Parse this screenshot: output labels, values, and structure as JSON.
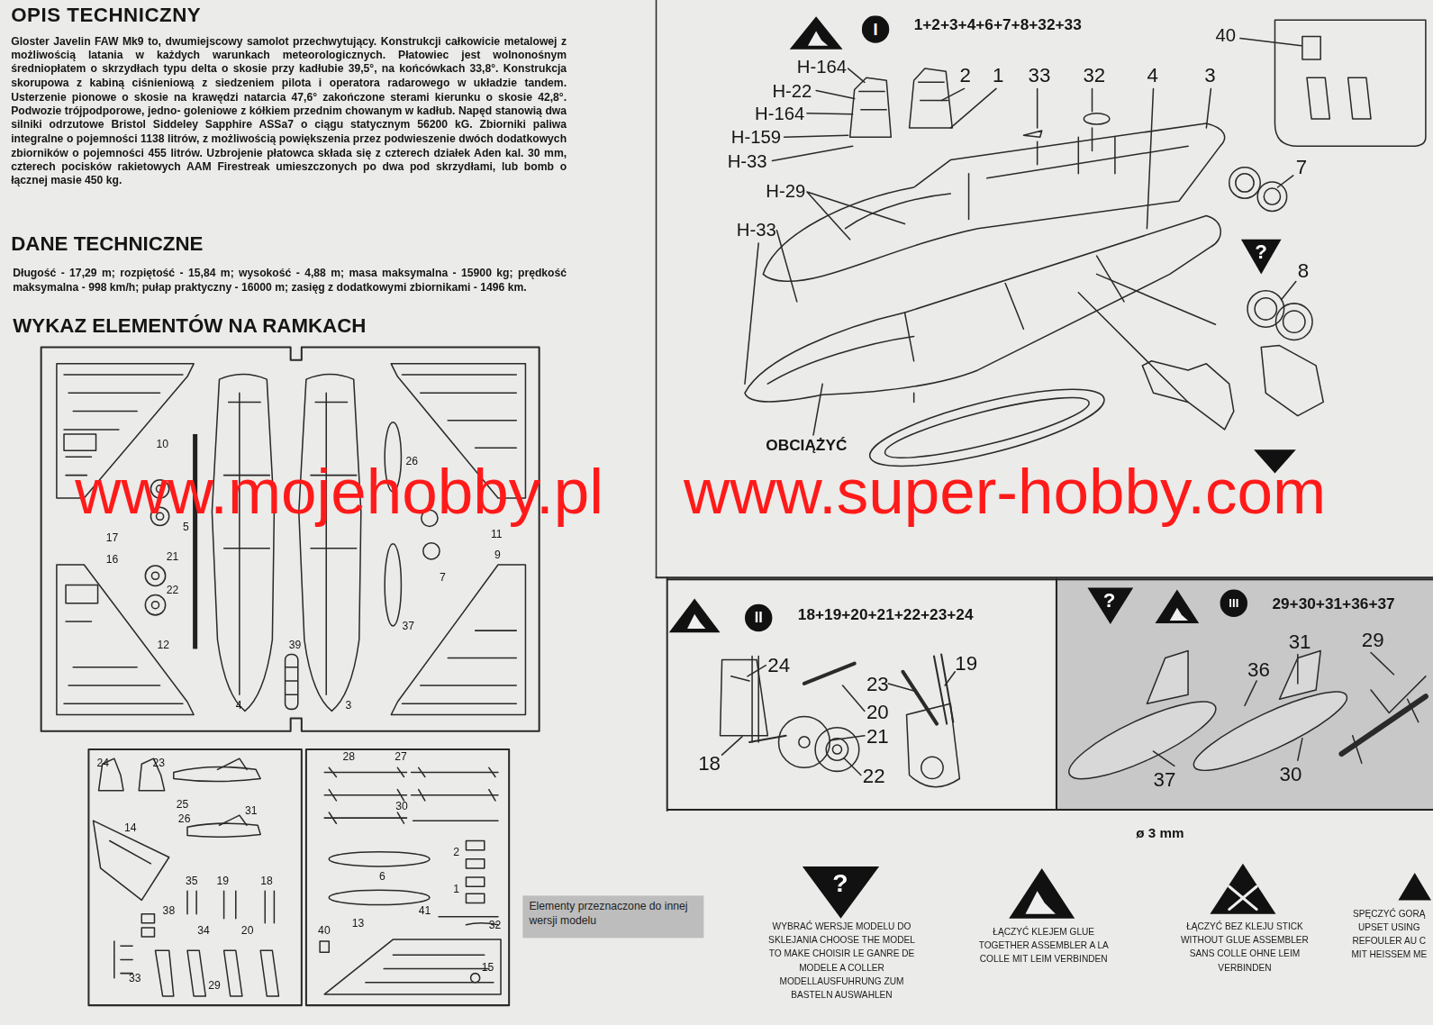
{
  "diagram": {
    "title": "OPIS TECHNICZNY",
    "nodes": [
      {
        "text": [
          "I"
        ]
      },
      {
        "text": [
          "18+19+20+21+22+23+24"
        ]
      },
      {
        "text": [
          "II"
        ],
        "in": 1
      },
      {
        "text": [
          "29+30+31+36+37"
        ]
      },
      {
        "text": [
          "III"
        ],
        "in": 3
      },
      {
        "text": [
          "Elementy przeznaczone do innej wersji modelu"
        ]
      }
    ],
    "labels": [
      "Gloster Javelin FAW Mk9 to, dwumiejscowy samolot przechwytujący. Konstrukcji całkowicie metalowej z możliwością latania w każdych warunkach meteorologicznych. Płatowiec jest wolnonośnym średniopłatem o skrzydłach typu delta o skosie przy kadłubie 39,5°, na końcówkach 33,8°. Konstrukcja skorupowa z kabiną ciśnieniową z siedzeniem pilota i operatora radarowego w układzie tandem. Usterzenie pionowe o skosie na krawędzi natarcia 47,6° zakończone sterami kierunku o skosie 42,8°. Podwozie trójpodporowe, jedno- goleniowe z kółkiem przednim chowanym w kadłub. Napęd stanowią dwa silniki odrzutowe Bristol Siddeley Sapphire ASSa7 o ciągu statycznym 56200 kG. Zbiorniki paliwa integralne o pojemności 1138 litrów, z możliwością powiększenia przez podwieszenie dwóch dodatkowych zbiorników o pojemności 455 litrów. Uzbrojenie płatowca składa się z czterech działek Aden kal. 30 mm, czterech pocisków rakietowych AAM Firestreak umieszczonych po dwa pod skrzydłami, lub bomb o łącznej masie 450 kg.",
      "DANE TECHNICZNE",
      "Długość - 17,29 m; rozpiętość - 15,84 m; wysokość - 4,88 m; masa maksymalna - 15900 kg; prędkość maksymalna - 998 km/h; pułap praktyczny - 16000 m; zasięg z dodatkowymi zbiornikami - 1496 km.",
      "WYKAZ ELEMENTÓW NA RAMKACH",
      "10",
      "5",
      "17",
      "16",
      "21",
      "22",
      "12",
      "4",
      "39",
      "3",
      "26",
      "11",
      "9",
      "7",
      "37",
      "24",
      "23",
      "25",
      "26",
      "31",
      "14",
      "35",
      "19",
      "18",
      "38",
      "34",
      "20",
      "33",
      "29",
      "28",
      "27",
      "30",
      "2",
      "6",
      "1",
      "41",
      "32",
      "40",
      "13",
      "15",
      "www.mojehobby.pl",
      "www.super-hobby.com",
      "1+2+3+4+6+7+8+32+33",
      "H-164",
      "H-22",
      "H-164",
      "H-159",
      "H-33",
      "H-29",
      "H-33",
      "2",
      "1",
      "33",
      "32",
      "4",
      "3",
      "40",
      "7",
      "?",
      "8",
      "OBCIĄŻYĆ",
      "24",
      "20",
      "23",
      "19",
      "18",
      "21",
      "22",
      "?",
      "31",
      "36",
      "29",
      "37",
      "30",
      "ø 3 mm",
      "?"
    ],
    "legend": [
      {
        "text": "WYBRAĆ WERSJE MODELU DO SKLEJANIA CHOOSE THE MODEL TO MAKE CHOISIR LE GANRE DE MODELE A COLLER MODELLAUSFUHRUNG ZUM BASTELN AUSWAHLEN"
      },
      {
        "text": "ŁĄCZYĆ KLEJEM GLUE TOGETHER ASSEMBLER A LA COLLE MIT LEIM VERBINDEN"
      },
      {
        "text": "ŁĄCZYĆ BEZ KLEJU STICK WITHOUT GLUE ASSEMBLER SANS COLLE OHNE LEIM VERBINDEN"
      },
      {
        "text": "SPĘCZYĆ GORĄ UPSET USING REFOULER AU C MIT HEISSEM ME"
      }
    ]
  }
}
